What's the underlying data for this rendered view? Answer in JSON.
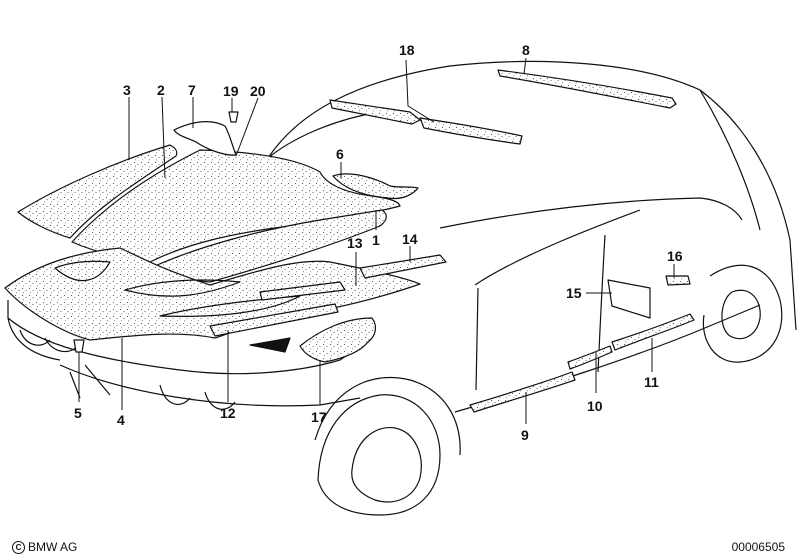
{
  "diagram": {
    "callouts": [
      "1",
      "2",
      "3",
      "4",
      "5",
      "6",
      "7",
      "8",
      "9",
      "10",
      "11",
      "12",
      "13",
      "14",
      "15",
      "16",
      "17",
      "18",
      "19",
      "20"
    ]
  },
  "footer": {
    "copyright": "BMW AG",
    "drawing_number": "00006505"
  }
}
